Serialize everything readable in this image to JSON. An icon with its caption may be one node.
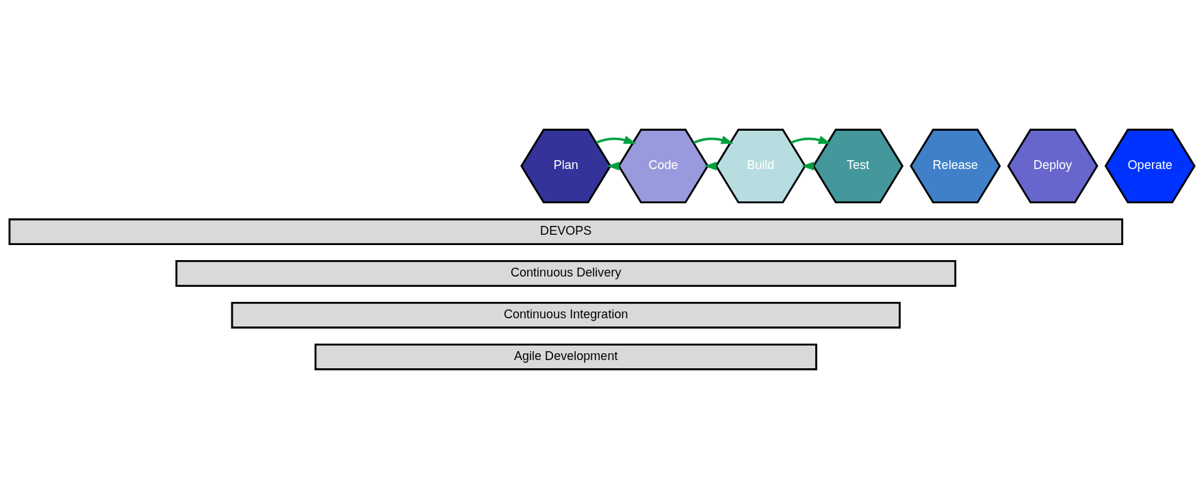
{
  "diagram": {
    "nodes": [
      {
        "text": [
          "Plan"
        ]
      },
      {
        "text": [
          "Code"
        ]
      },
      {
        "text": [
          "Build"
        ]
      },
      {
        "text": [
          "Test"
        ]
      },
      {
        "text": [
          "Release"
        ]
      },
      {
        "text": [
          "Deploy"
        ]
      },
      {
        "text": [
          "Operate"
        ]
      },
      {
        "text": [
          "DEVOPS"
        ]
      },
      {
        "text": [
          "Continuous Delivery"
        ]
      },
      {
        "text": [
          "Continuous Integration"
        ]
      },
      {
        "text": [
          "Agile Development"
        ]
      }
    ],
    "edges": [
      {
        "from": 1,
        "to": 0,
        "arrow": "to"
      },
      {
        "from": 0,
        "to": 1,
        "arrow": "to"
      },
      {
        "from": 2,
        "to": 1,
        "arrow": "to"
      },
      {
        "from": 1,
        "to": 2,
        "arrow": "to"
      },
      {
        "from": 3,
        "to": 2,
        "arrow": "to"
      },
      {
        "from": 2,
        "to": 3,
        "arrow": "to"
      }
    ]
  }
}
